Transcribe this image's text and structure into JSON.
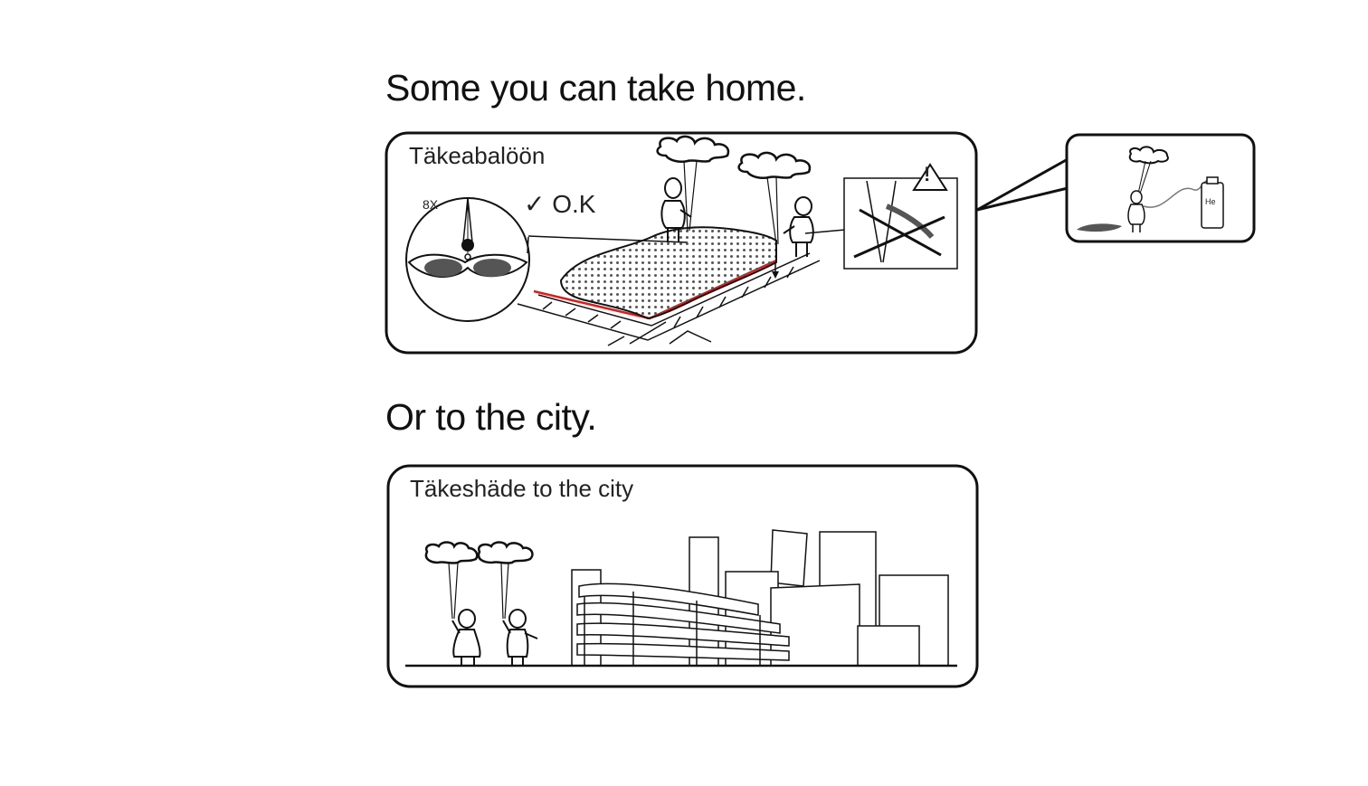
{
  "headings": {
    "top": "Some you can take home.",
    "bottom": "Or to the city."
  },
  "panels": {
    "take_balloon": {
      "label": "Täkeabalöön",
      "magnifier_label": "8X",
      "ok_label": "✓ O.K",
      "warning_symbol": "!",
      "warning_icon": "warning-triangle-icon"
    },
    "helium_callout": {
      "tank_label": "He"
    },
    "city": {
      "label": "Täkeshäde to the city"
    }
  },
  "colors": {
    "outline": "#111111",
    "accent_red": "#d42020",
    "dot_fill": "#555555",
    "shadow": "#555555"
  }
}
